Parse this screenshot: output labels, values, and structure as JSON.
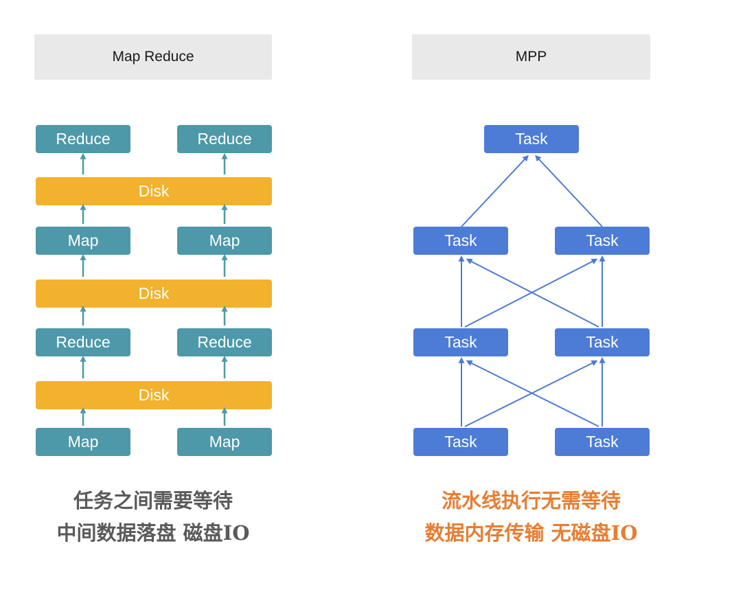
{
  "header_bg": "#e9e9e9",
  "left_panel": {
    "header": "Map Reduce",
    "node_color": "#4d98a9",
    "bar_color": "#f2b22d",
    "arrow_color": "#4d98a9",
    "rows": [
      {
        "type": "boxes",
        "labels": [
          "Reduce",
          "Reduce"
        ]
      },
      {
        "type": "bar",
        "label": "Disk"
      },
      {
        "type": "boxes",
        "labels": [
          "Map",
          "Map"
        ]
      },
      {
        "type": "bar",
        "label": "Disk"
      },
      {
        "type": "boxes",
        "labels": [
          "Reduce",
          "Reduce"
        ]
      },
      {
        "type": "bar",
        "label": "Disk"
      },
      {
        "type": "boxes",
        "labels": [
          "Map",
          "Map"
        ]
      }
    ],
    "caption": {
      "line1": "任务之间需要等待",
      "line2": "中间数据落盘 磁盘IO",
      "color": "#5a5a5a"
    }
  },
  "right_panel": {
    "header": "MPP",
    "task_label": "Task",
    "node_color": "#4d7cd6",
    "arrow_color": "#4c7bd3",
    "levels": 4,
    "caption": {
      "line1": "流水线执行无需等待",
      "line2": "数据内存传输 无磁盘IO",
      "color": "#e87d31"
    }
  }
}
